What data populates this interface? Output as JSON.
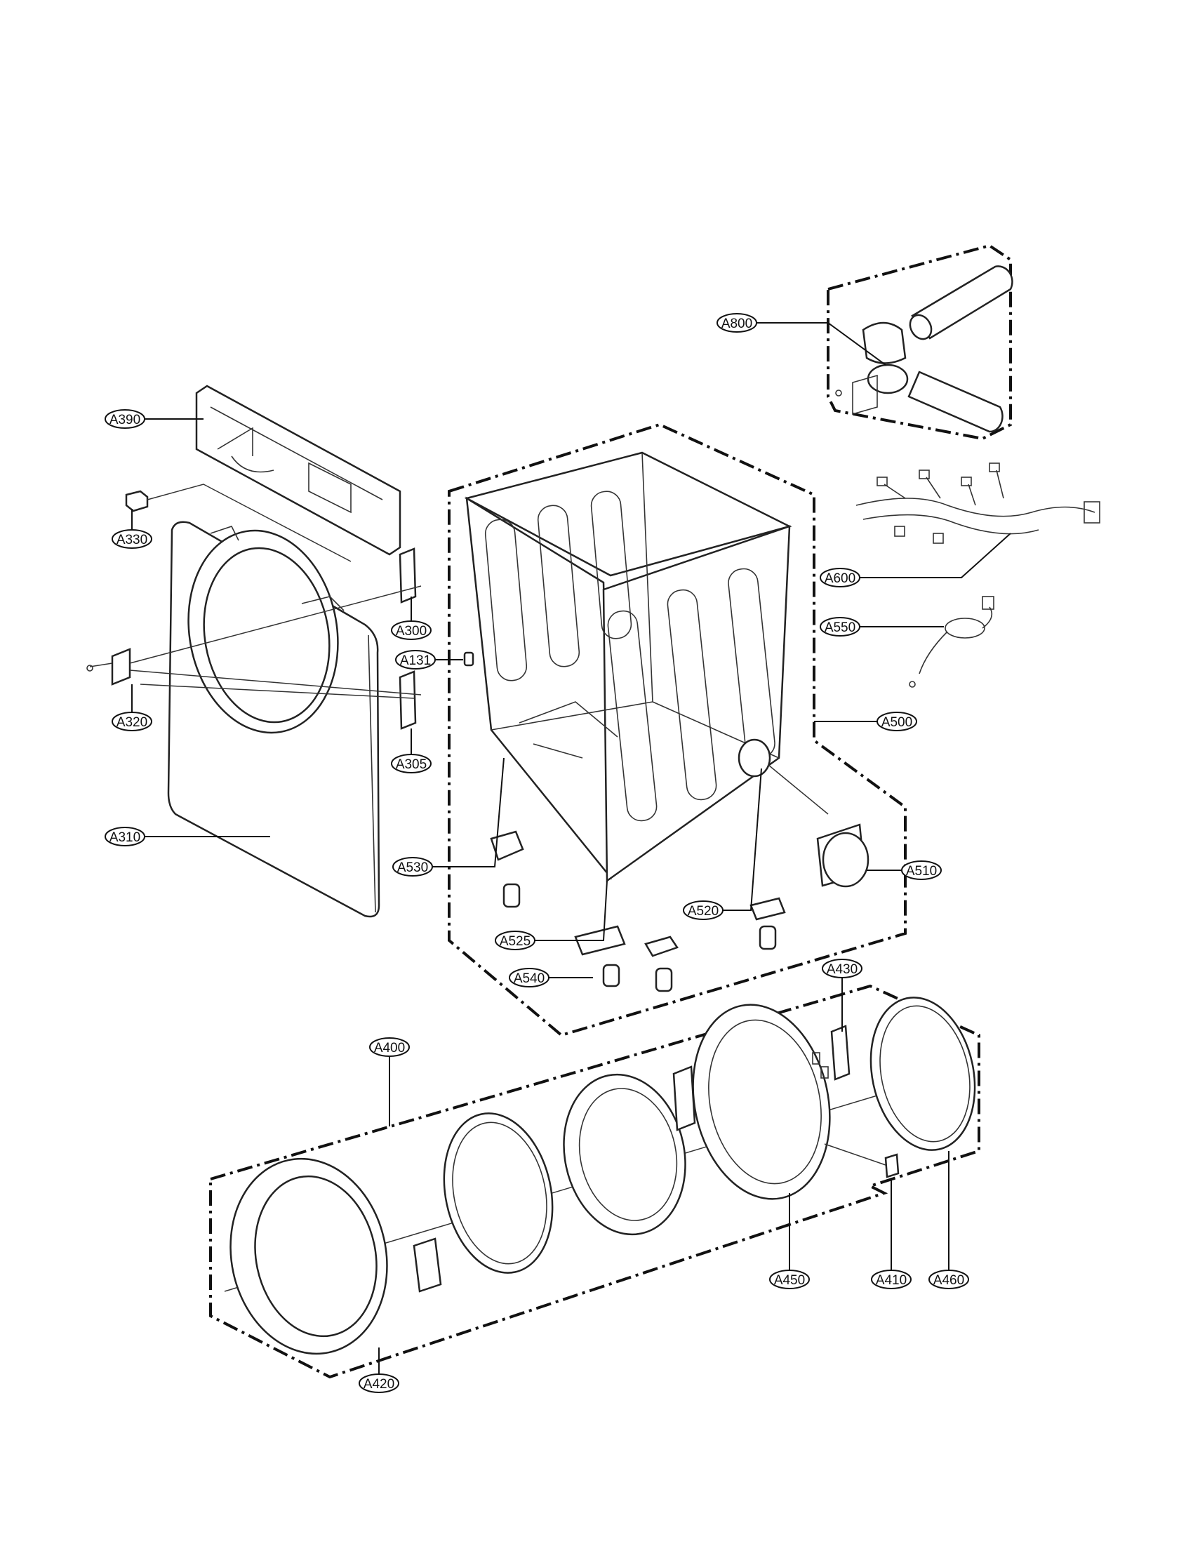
{
  "labels": {
    "A800": "A800",
    "A390": "A390",
    "A330": "A330",
    "A300a": "A300",
    "A131": "A131",
    "A320": "A320",
    "A305": "A305",
    "A310": "A310",
    "A600": "A600",
    "A550": "A550",
    "A500": "A500",
    "A530": "A530",
    "A510": "A510",
    "A520": "A520",
    "A525": "A525",
    "A540": "A540",
    "A430": "A430",
    "A400": "A400",
    "A450": "A450",
    "A410": "A410",
    "A460": "A460",
    "A420": "A420"
  }
}
